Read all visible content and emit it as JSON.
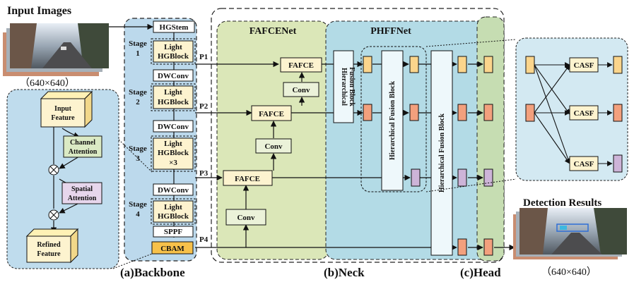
{
  "title_input": "Input Images",
  "title_detection": "Detection Results",
  "size_label_input": "（640×640）",
  "size_label_output": "（640×640）",
  "section_labels": {
    "backbone": "(a)Backbone",
    "neck": "(b)Neck",
    "head": "(c)Head"
  },
  "group_titles": {
    "fafcenet": "FAFCENet",
    "phffnet": "PHFFNet"
  },
  "backbone_blocks": {
    "hgstem": "HGStem",
    "light1a": "Light",
    "light1b": "HGBlock",
    "dwconv1": "DWConv",
    "light2a": "Light",
    "light2b": "HGBlock",
    "dwconv2": "DWConv",
    "light3a": "Light",
    "light3b": "HGBlock",
    "light3c": "×3",
    "dwconv3": "DWConv",
    "light4a": "Light",
    "light4b": "HGBlock",
    "sppf": "SPPF",
    "cbam": "CBAM"
  },
  "stage_labels": {
    "s1a": "Stage",
    "s1b": "1",
    "s2a": "Stage",
    "s2b": "2",
    "s3a": "Stage",
    "s3b": "3",
    "s4a": "Stage",
    "s4b": "4"
  },
  "p_labels": {
    "p1": "P1",
    "p2": "P2",
    "p3": "P3",
    "p4": "P4"
  },
  "neck_blocks": {
    "fafce1": "FAFCE",
    "fafce2": "FAFCE",
    "fafce3": "FAFCE",
    "conv1": "Conv",
    "conv2": "Conv",
    "conv3": "Conv",
    "hfb1a": "Hierarchical",
    "hfb1b": "Fusion Block",
    "hfb2": "Hierarchical Fusion Block",
    "hfb3": "Hierarchical Fusion Block"
  },
  "cbam_blocks": {
    "input_a": "Input",
    "input_b": "Feature",
    "channel_a": "Channel",
    "channel_b": "Attention",
    "spatial_a": "Spatial",
    "spatial_b": "Attention",
    "refined_a": "Refined",
    "refined_b": "Feature"
  },
  "casf_blocks": {
    "casf1": "CASF",
    "casf2": "CASF",
    "casf3": "CASF"
  },
  "colors": {
    "backbone_bg": "#bcd9ec",
    "fafcenet_bg": "#dbe7b8",
    "phffnet_bg": "#b3dbe6",
    "head_bg": "#c6ddb2",
    "cbam_panel_bg": "#bfdced",
    "casf_panel_bg": "#d3e9f2",
    "block_cream": "#fdf3cf",
    "block_green": "#ebf2d9",
    "block_white": "#ffffff",
    "cbam_orange": "#f7c14a",
    "feat_yellow": "#fbd58c",
    "feat_orange": "#f3a07d",
    "feat_purple": "#cdb4d8",
    "spatial_purple": "#e7d6ec",
    "channel_green": "#dbeac4"
  }
}
